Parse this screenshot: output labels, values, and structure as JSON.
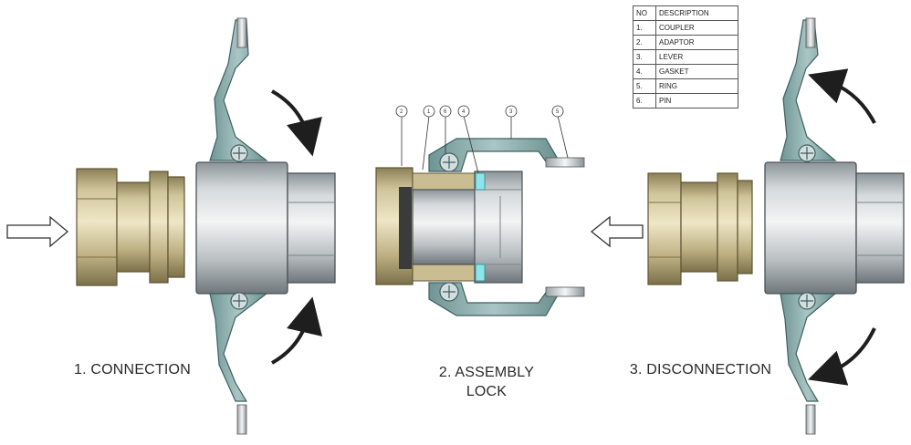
{
  "stages": [
    {
      "label": "1. CONNECTION"
    },
    {
      "label_line1": "2. ASSEMBLY",
      "label_line2": "LOCK"
    },
    {
      "label": "3. DISCONNECTION"
    }
  ],
  "legend": {
    "header_no": "NO",
    "header_desc": "DESCRIPTION",
    "rows": [
      {
        "no": "1.",
        "desc": "COUPLER"
      },
      {
        "no": "2.",
        "desc": "ADAPTOR"
      },
      {
        "no": "3.",
        "desc": "LEVER"
      },
      {
        "no": "4.",
        "desc": "GASKET"
      },
      {
        "no": "5.",
        "desc": "RING"
      },
      {
        "no": "6.",
        "desc": "PIN"
      }
    ]
  },
  "callouts": [
    "2",
    "1",
    "6",
    "4",
    "3",
    "5"
  ],
  "colors": {
    "brass": "#cbbf93",
    "brass_dark": "#8f8458",
    "steel": "#c9cdd0",
    "steel_dark": "#6f777c",
    "lever": "#88aaa9",
    "lever_dark": "#3f5f60",
    "gasket": "#8fe3ea",
    "arrow": "#1e1e1e"
  }
}
